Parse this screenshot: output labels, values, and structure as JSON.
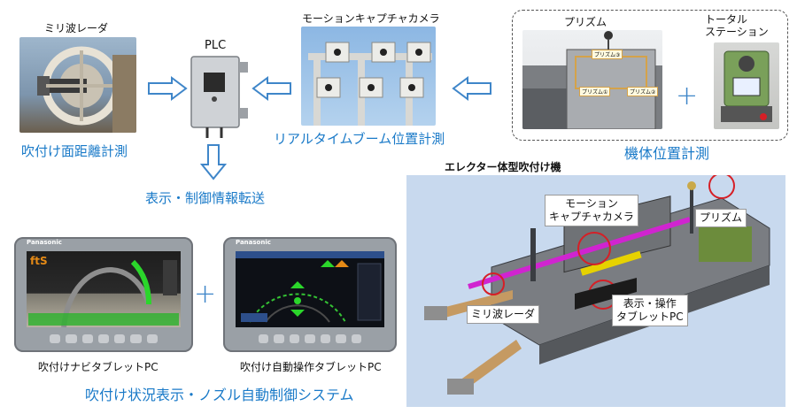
{
  "labels": {
    "radar_title": "ミリ波レーダ",
    "plc_title": "PLC",
    "mocap_title": "モーションキャプチャカメラ",
    "prism_title": "プリズム",
    "total_station_title": "トータル\nステーション",
    "radar_caption": "吹付け面距離計測",
    "boom_caption": "リアルタイムブーム位置計測",
    "body_caption": "機体位置計測",
    "transfer_caption": "表示・制御情報転送",
    "machine_title": "エレクター体型吹付け機",
    "navi_tablet": "吹付けナビタブレットPC",
    "auto_tablet": "吹付け自動操作タブレットPC",
    "system_caption": "吹付け状況表示・ノズル自動制御システム",
    "prism_tags": [
      "プリズム③",
      "プリズム①",
      "プリズム②"
    ]
  },
  "callouts": {
    "mocap": "モーション\nキャプチャカメラ",
    "prism": "プリズム",
    "radar": "ミリ波レーダ",
    "tablet": "表示・操作\nタブレットPC"
  },
  "tablet_brand": "Panasonic",
  "navi_logo": "ftS",
  "colors": {
    "accent_blue": "#1a7ac8",
    "arrow_blue": "#3f86c9",
    "callout_red": "#d61f26",
    "panel_bg": "#c8d9ee"
  }
}
